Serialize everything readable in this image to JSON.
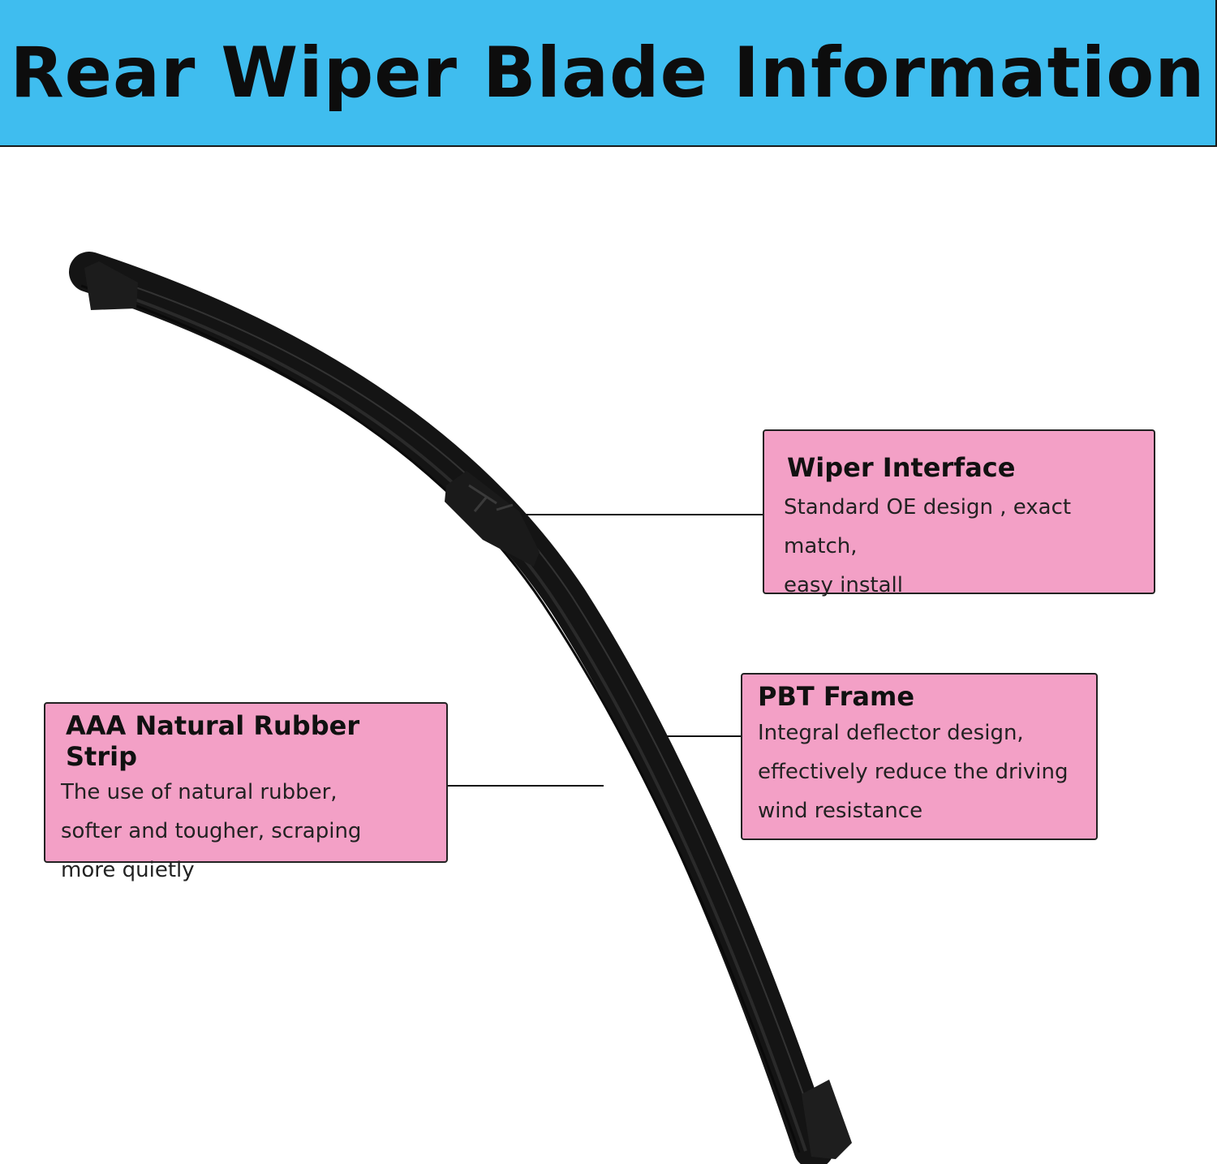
{
  "header": {
    "title": "Rear Wiper Blade Information",
    "background_color": "#3fbdef"
  },
  "callouts": {
    "wiper_interface": {
      "title": "Wiper Interface",
      "description": "Standard OE design , exact match,\neasy install"
    },
    "pbt_frame": {
      "title": "PBT Frame",
      "description": "Integral deflector design,\neffectively reduce the driving\nwind resistance"
    },
    "rubber_strip": {
      "title": "AAA Natural Rubber Strip",
      "description": "The use of natural rubber,\nsofter and tougher, scraping\nmore quietly"
    },
    "box_color": "#f3a0c6"
  }
}
